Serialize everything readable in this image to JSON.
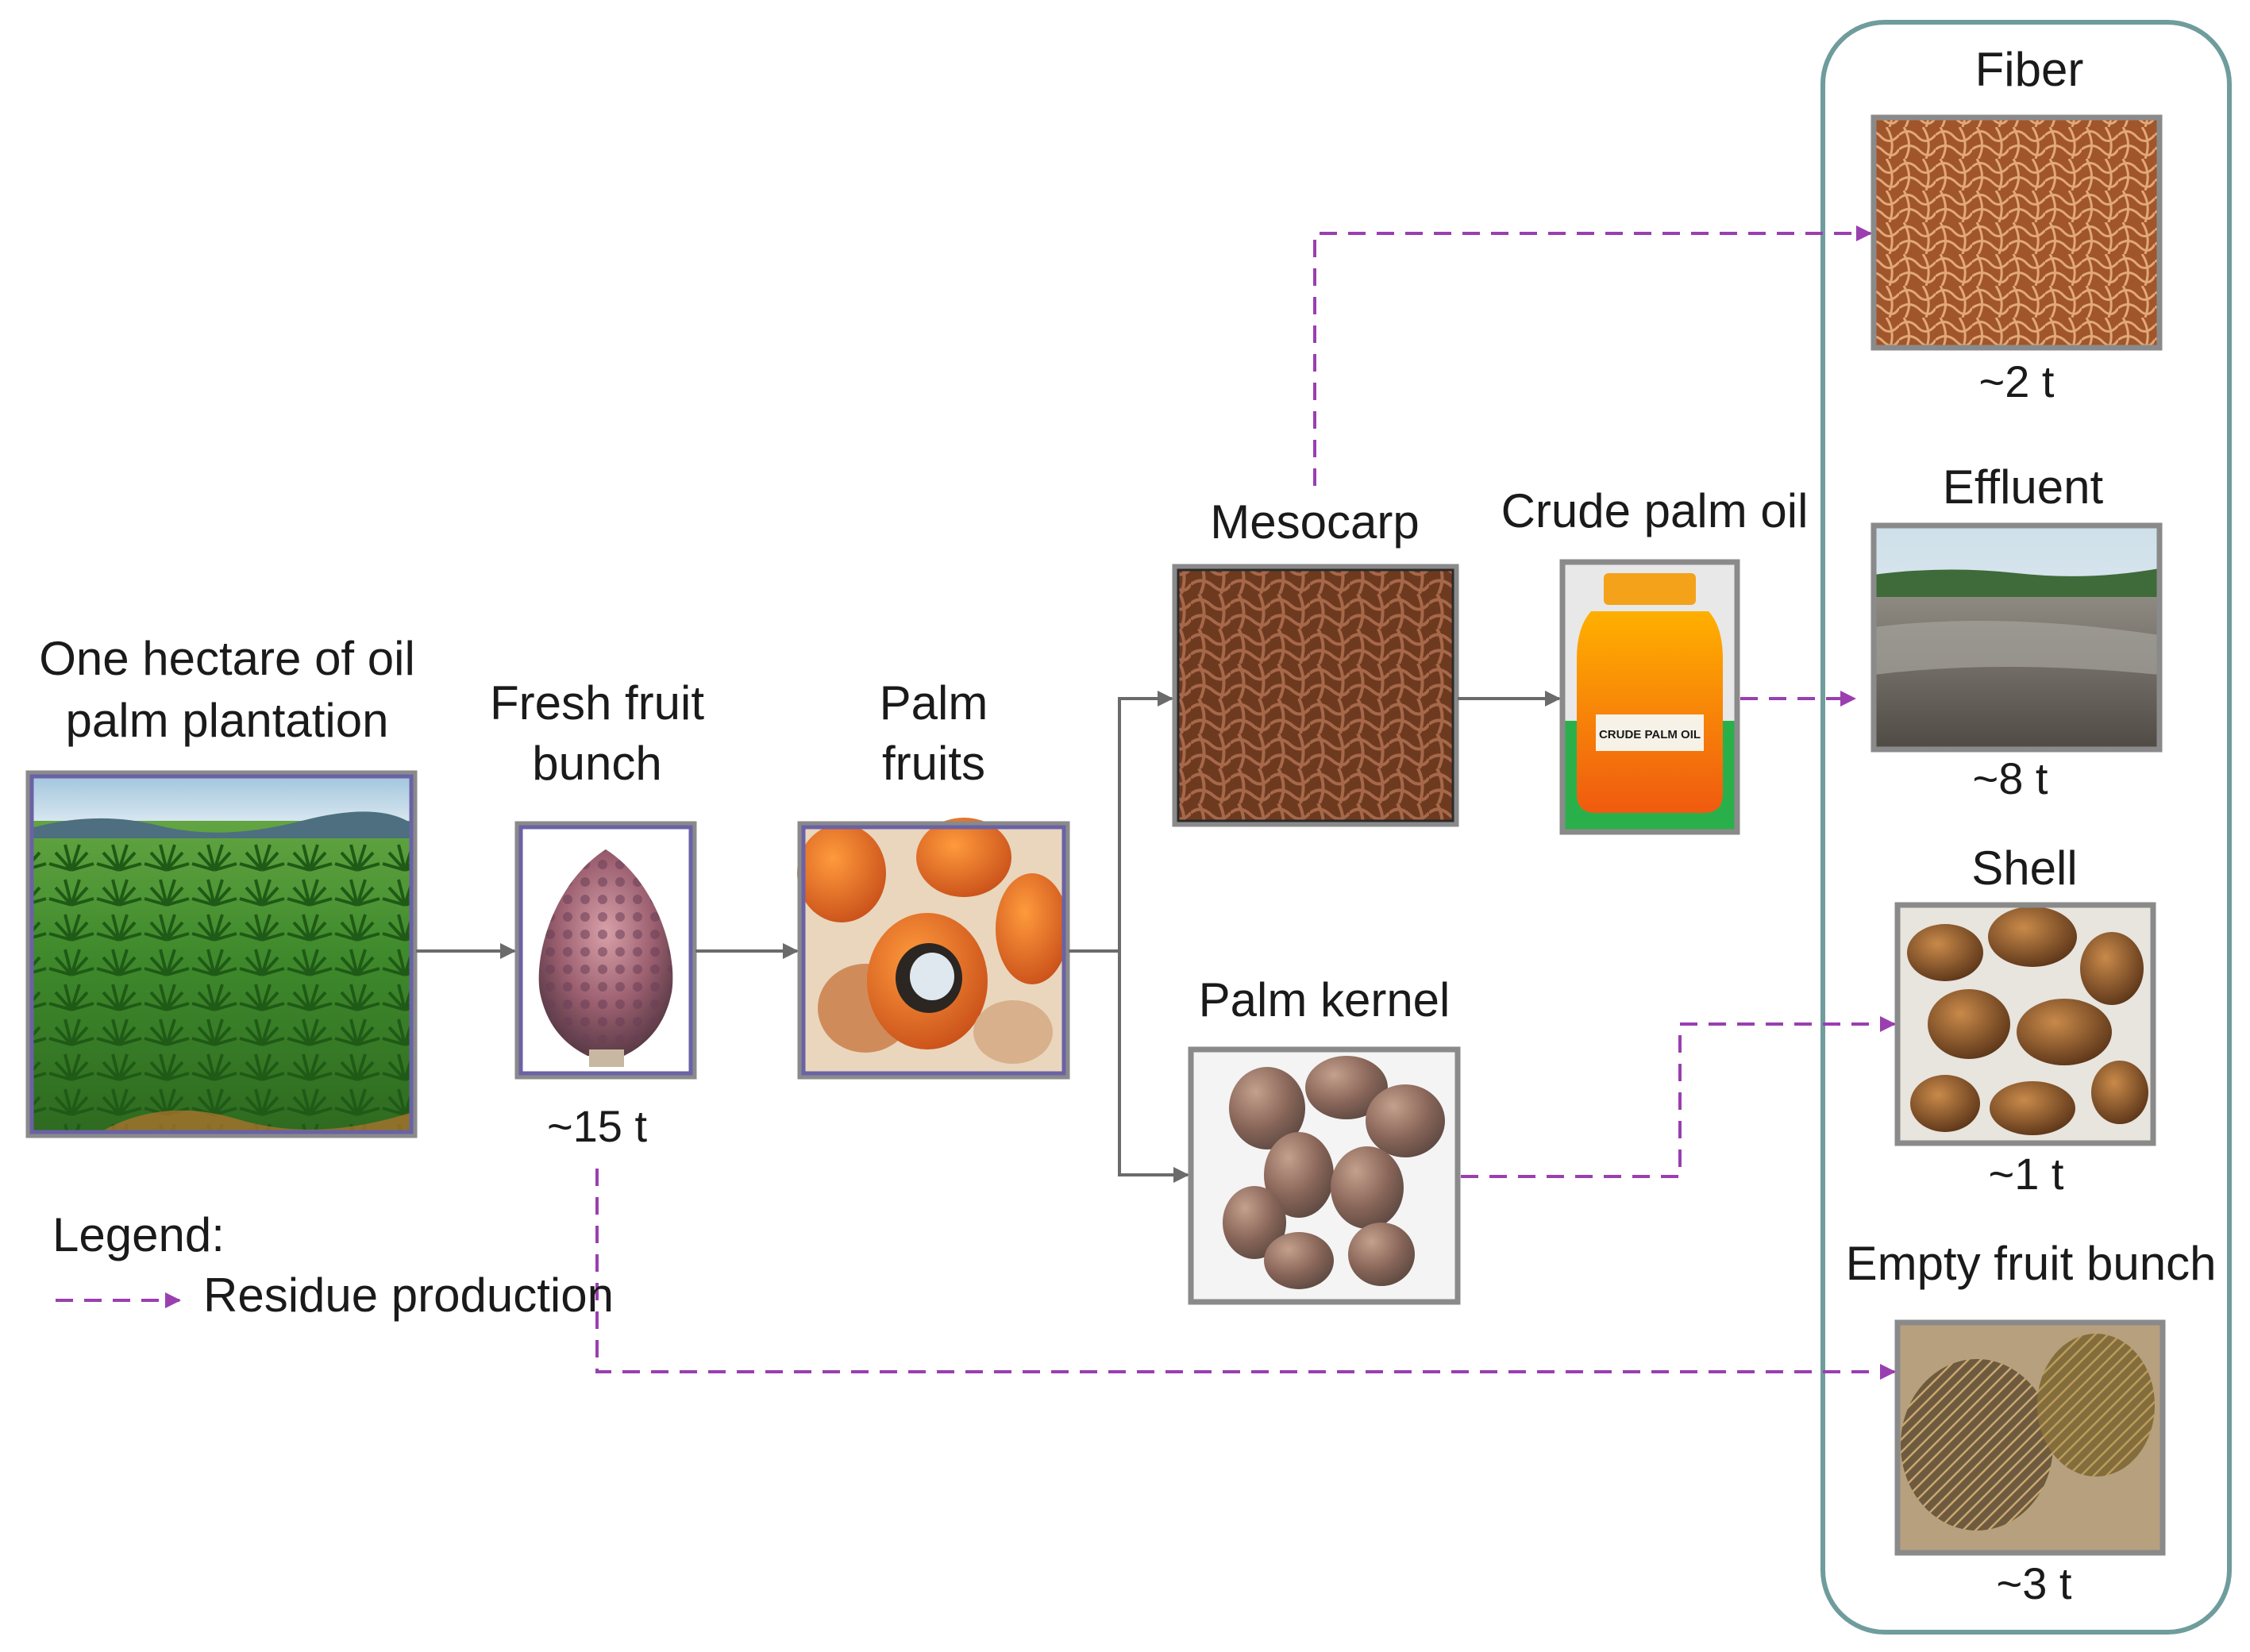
{
  "nodes": {
    "plantation": {
      "label_line1": "One hectare of oil",
      "label_line2": "palm plantation"
    },
    "fresh_fruit_bunch": {
      "label_line1": "Fresh fruit",
      "label_line2": "bunch",
      "quantity": "~15 t"
    },
    "palm_fruits": {
      "label_line1": "Palm",
      "label_line2": "fruits"
    },
    "mesocarp": {
      "label": "Mesocarp"
    },
    "crude_palm_oil": {
      "label": "Crude palm oil",
      "jar_label": "CRUDE PALM OIL"
    },
    "palm_kernel": {
      "label": "Palm kernel"
    }
  },
  "residues": {
    "fiber": {
      "label": "Fiber",
      "quantity": "~2 t"
    },
    "effluent": {
      "label": "Effluent",
      "quantity": "~8 t"
    },
    "shell": {
      "label": "Shell",
      "quantity": "~1 t"
    },
    "empty_fruit_bunch": {
      "label": "Empty fruit bunch",
      "quantity": "~3 t"
    }
  },
  "legend": {
    "title": "Legend:",
    "residue_label": "Residue production"
  },
  "colors": {
    "residue_arrow": "#9a3fb0",
    "flow_arrow": "#6b6b6b",
    "residue_panel_border": "#6f9c9c"
  }
}
